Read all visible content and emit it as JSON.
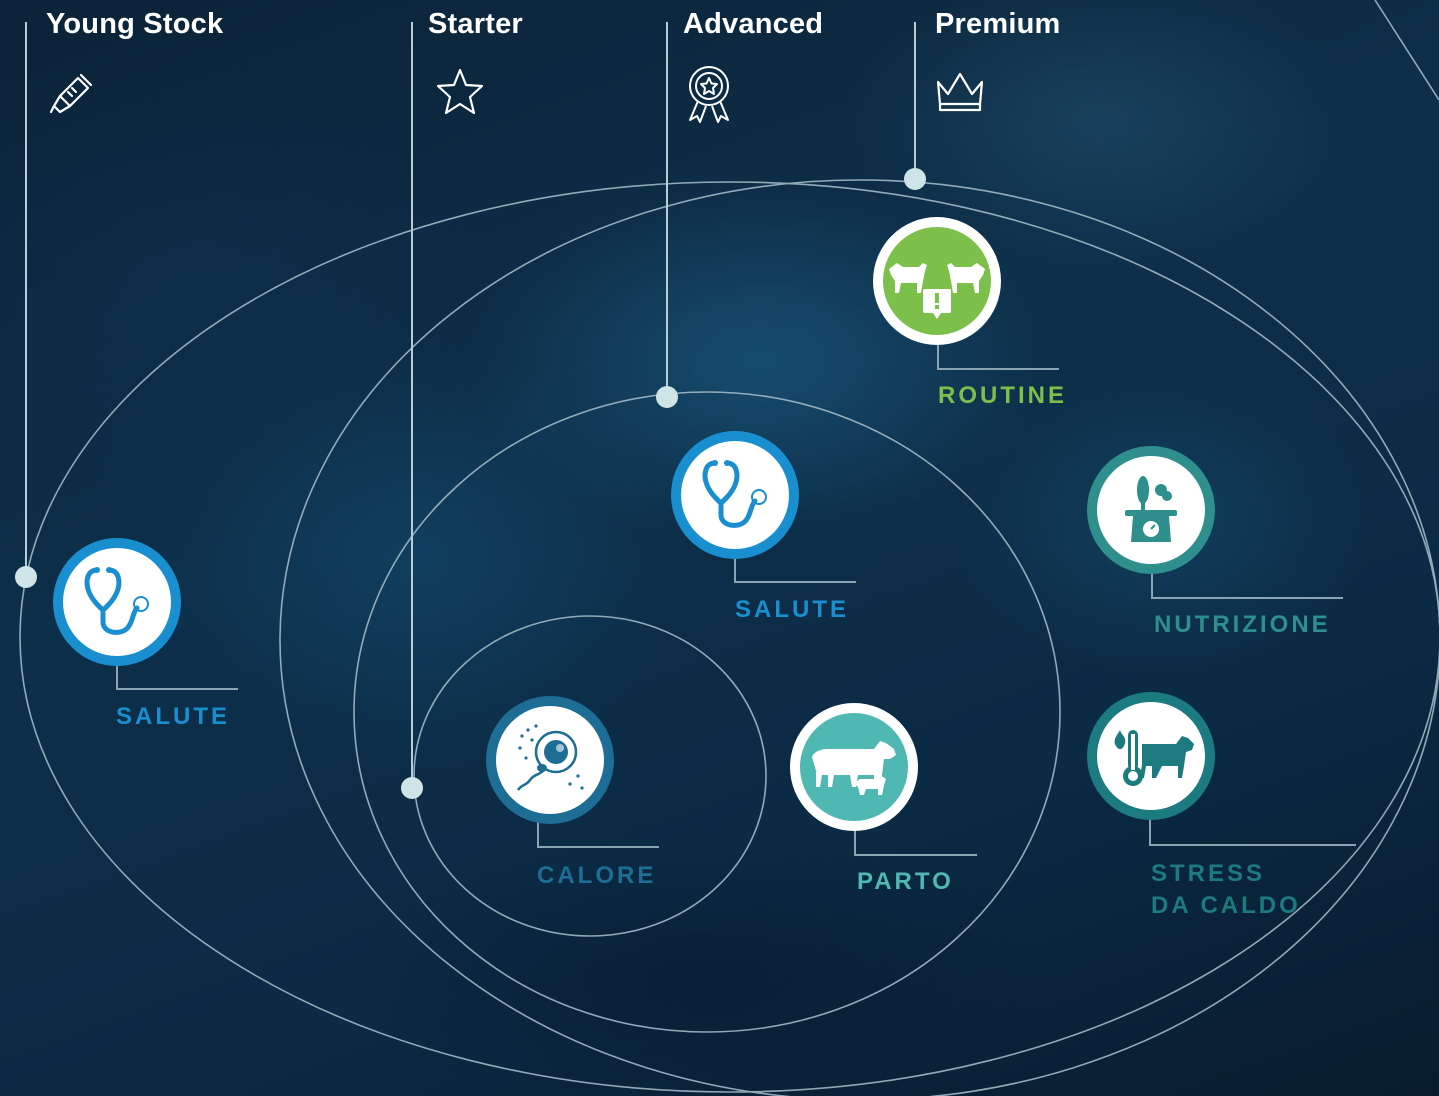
{
  "tiers": [
    {
      "label": "Young Stock",
      "icon": "baby-bottle-icon"
    },
    {
      "label": "Starter",
      "icon": "star-icon"
    },
    {
      "label": "Advanced",
      "icon": "award-rosette-icon"
    },
    {
      "label": "Premium",
      "icon": "crown-icon"
    }
  ],
  "modules": {
    "young_salute": {
      "label": "SALUTE",
      "icon": "stethoscope-icon",
      "color": "#1a8fd0"
    },
    "advanced_salute": {
      "label": "SALUTE",
      "icon": "stethoscope-icon",
      "color": "#1a8fd0"
    },
    "routine": {
      "label": "ROUTINE",
      "icon": "two-cows-alert-icon",
      "color": "#7cbf4a"
    },
    "nutrizione": {
      "label": "NUTRIZIONE",
      "icon": "feed-scale-icon",
      "color": "#2e8f8c"
    },
    "calore": {
      "label": "CALORE",
      "icon": "sperm-egg-icon",
      "color": "#1d6d94"
    },
    "parto": {
      "label": "PARTO",
      "icon": "cow-calf-icon",
      "color": "#4fb8b2"
    },
    "stress_line1": {
      "label": "STRESS",
      "icon": "thermometer-cow-icon",
      "color": "#1c7b80"
    },
    "stress_line2": {
      "label": "DA CALDO"
    }
  }
}
